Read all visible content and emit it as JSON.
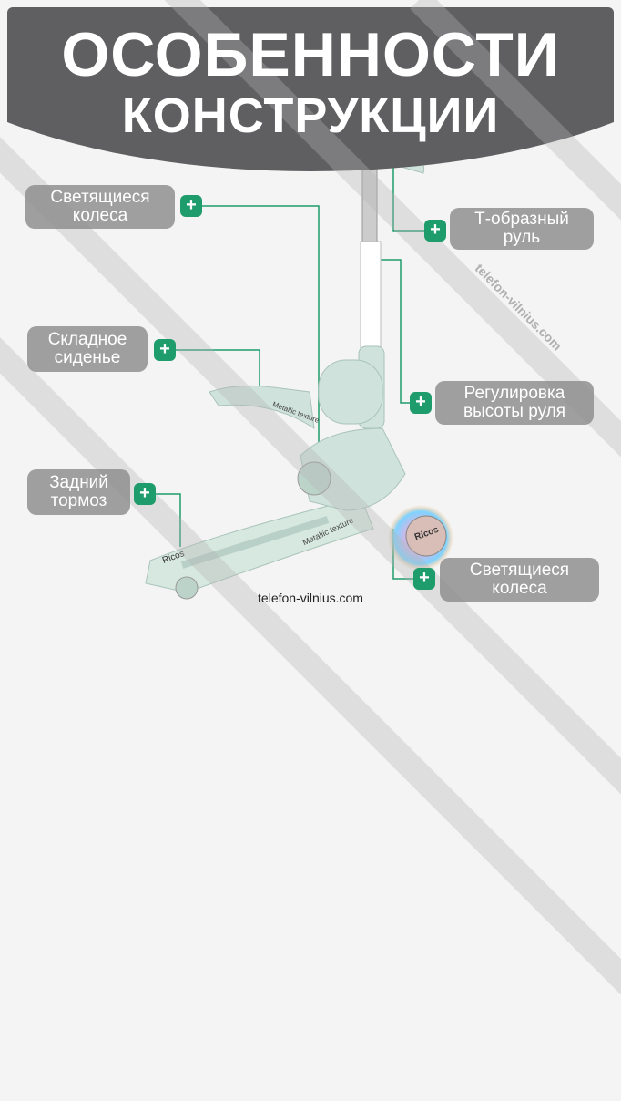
{
  "title": {
    "line1": "ОСОБЕННОСТИ",
    "line2": "КОНСТРУКЦИИ"
  },
  "features": [
    {
      "line1": "Светящиеся",
      "line2": "колеса"
    },
    {
      "line1": "Т-образный",
      "line2": "руль"
    },
    {
      "line1": "Складное",
      "line2": "сиденье"
    },
    {
      "line1": "Регулировка",
      "line2": "высоты руля"
    },
    {
      "line1": "Задний",
      "line2": "тормоз"
    },
    {
      "line1": "Светящиеся",
      "line2": "колеса"
    }
  ],
  "plus_symbol": "+",
  "product": {
    "brand": "Ricos",
    "deck_text": "Metallic texture",
    "seat_text": "Metallic texture"
  },
  "watermark": "telefon-vilnius.com",
  "footer": "telefon-vilnius.com",
  "colors": {
    "header": "#5f5f61",
    "accent": "#1e9c6c",
    "pill": "#8c8c8c",
    "scooter": "#cfe2db"
  }
}
